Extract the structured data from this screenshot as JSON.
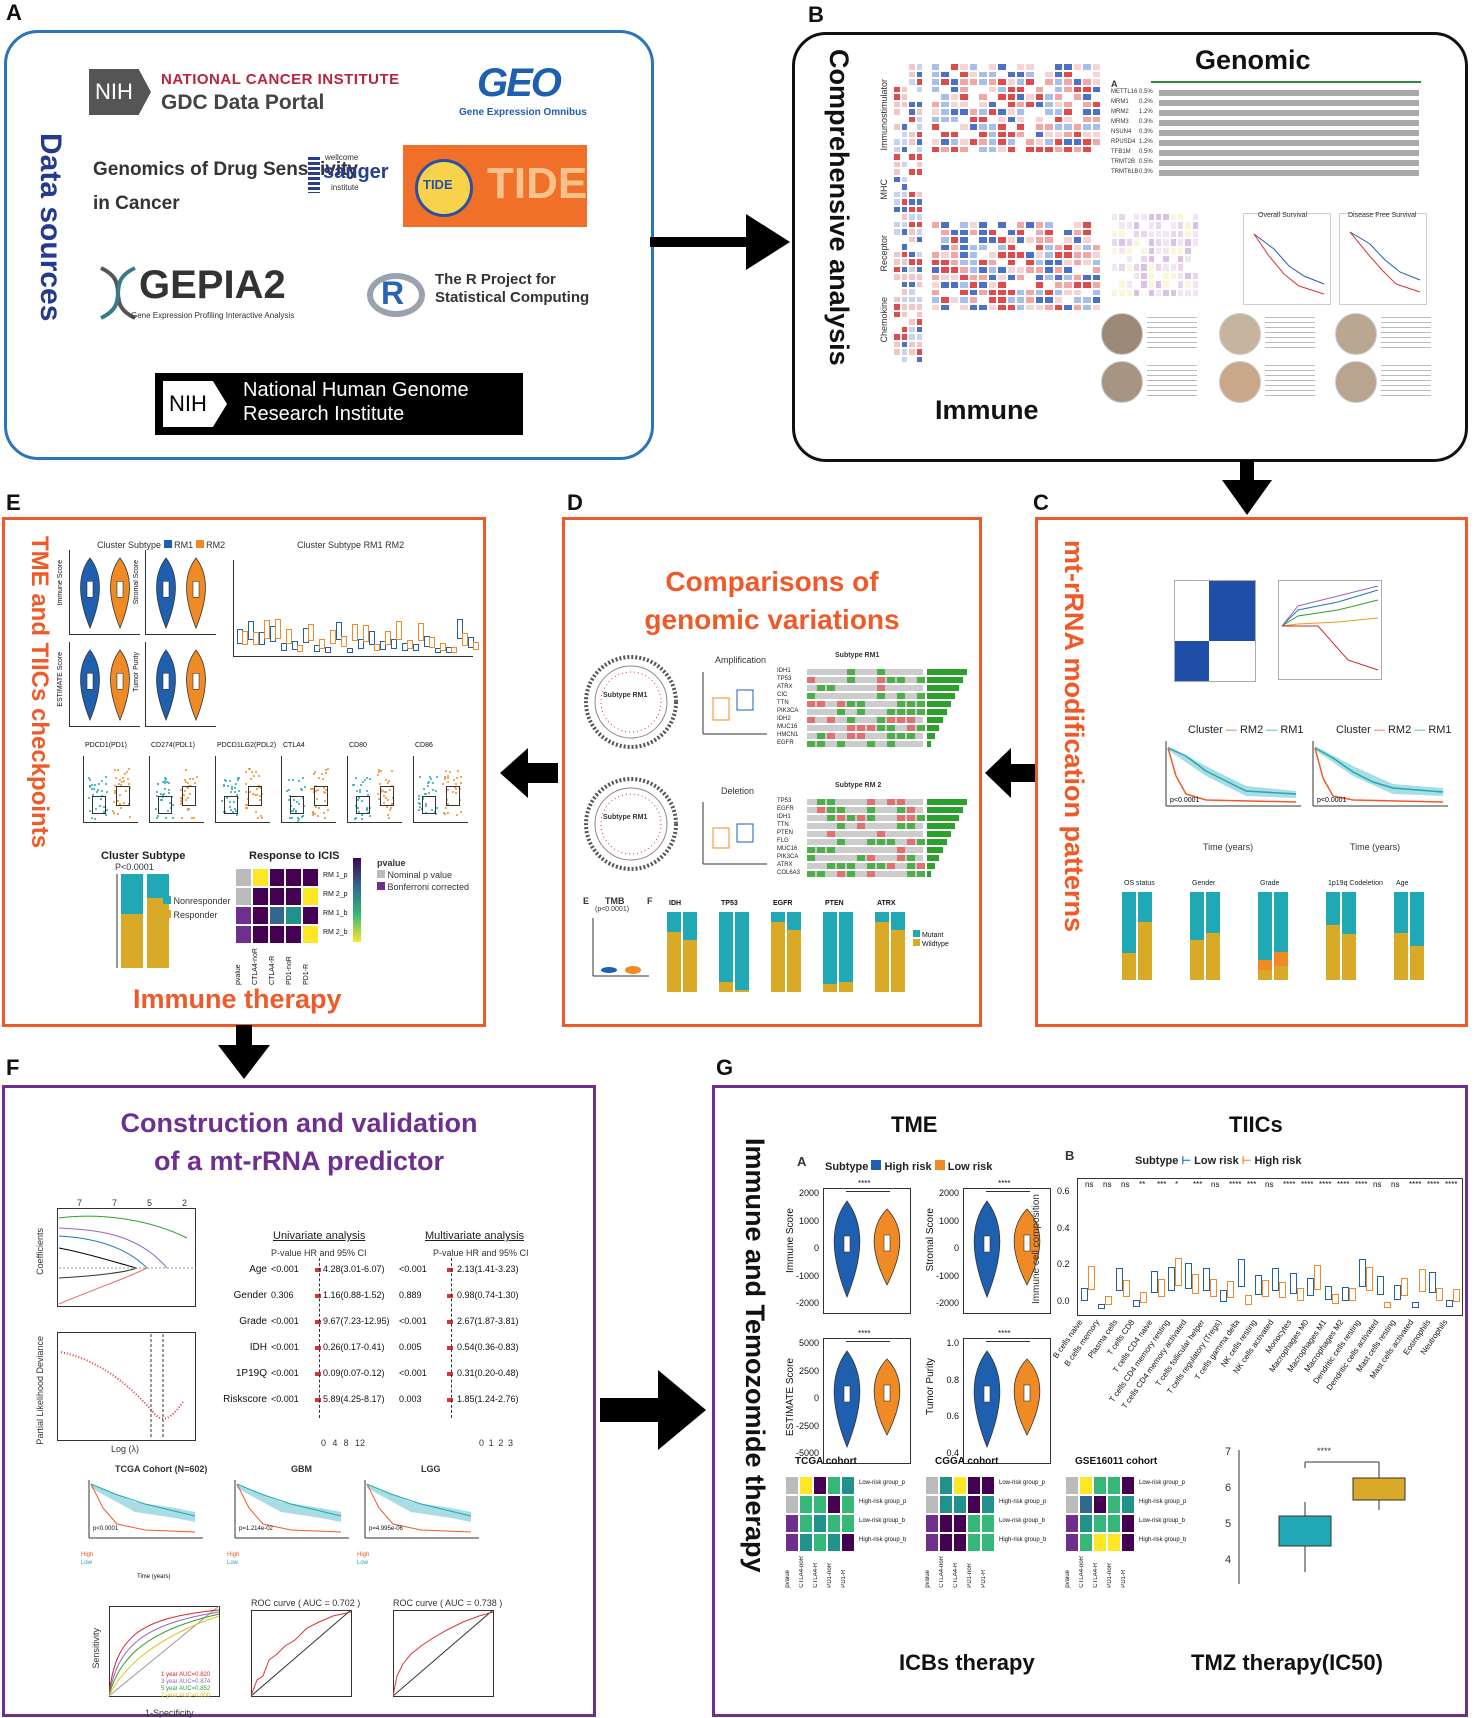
{
  "labels": {
    "A": "A",
    "B": "B",
    "C": "C",
    "D": "D",
    "E": "E",
    "F": "F",
    "G": "G"
  },
  "panelA": {
    "title": "Data sources",
    "nci_line1": "NATIONAL CANCER INSTITUTE",
    "nci_line2": "GDC Data Portal",
    "nih": "NIH",
    "geo": "GEO",
    "geo_sub": "Gene Expression Omnibus",
    "gdsc_line1": "Genomics of Drug Sensitivity",
    "gdsc_line2": "in Cancer",
    "sanger_small": "wellcome",
    "sanger": "sanger",
    "sanger_sub": "institute",
    "tide_badge": "TIDE",
    "tide": "TIDE",
    "gepia": "GEPIA2",
    "gepia_sub": "Gene Expression Profiling Interactive Analysis",
    "r_line1": "The R Project for",
    "r_line2": "Statistical Computing",
    "nhgri_line1": "National Human Genome",
    "nhgri_line2": "Research Institute"
  },
  "panelB": {
    "vertical_title": "Comprehensive analysis",
    "genomic": "Genomic",
    "immune": "Immune",
    "row_groups": [
      "Immunostimulator",
      "MHC",
      "Receptor",
      "Chemokine"
    ],
    "sub_A": "A",
    "genes": [
      "METTL16",
      "MRM1",
      "MRM2",
      "MRM3",
      "NSUN4",
      "RPUSD4",
      "TFB1M",
      "TRMT2B",
      "TRMT61B"
    ],
    "gene_pcts": [
      "0.5%",
      "0.2%",
      "1.2%",
      "0.3%",
      "0.3%",
      "1.2%",
      "0.5%",
      "0.5%",
      "0.3%"
    ],
    "os_title": "Overall Survival",
    "dfs_title": "Disease Free Survival"
  },
  "panelC": {
    "vertical_title": "mt-rRNA modification patterns",
    "cluster_label": "Cluster",
    "rm2": "RM2",
    "rm1": "RM1",
    "time_years": "Time (years)",
    "pval": "p<0.0001",
    "bar_titles": [
      "OS status",
      "Gender",
      "Grade",
      "1p19q Codeletion",
      "Age"
    ]
  },
  "panelD": {
    "title_line1": "Comparisons of",
    "title_line2": "genomic variations",
    "subtype_rm1": "Subtype RM1",
    "subtype_rm2": "Subtype RM 2",
    "amplification": "Amplification",
    "deletion": "Deletion",
    "genes_rm1": [
      "IDH1",
      "TP53",
      "ATRX",
      "CIC",
      "TTN",
      "PIK3CA",
      "IDH2",
      "MUC16",
      "HMCN1",
      "EGFR"
    ],
    "genes_rm2": [
      "TP53",
      "EGFR",
      "IDH1",
      "TTN",
      "PTEN",
      "FLG",
      "MUC16",
      "PIK3CA",
      "ATRX",
      "COL6A3"
    ],
    "tmb": "TMB",
    "tmb_p": "(p<0.0001)",
    "bar_titles": [
      "IDH",
      "TP53",
      "EGFR",
      "PTEN",
      "ATRX"
    ],
    "legend_mutant": "Mutant",
    "legend_wild": "Wildtype",
    "sub_E": "E",
    "sub_F": "F",
    "sub_D": "D"
  },
  "panelE": {
    "vertical_title": "TME and TIICs checkpoints",
    "cluster_subtype": "Cluster Subtype",
    "rm1": "RM1",
    "rm2": "RM2",
    "violin_titles": [
      "Immune Score",
      "Stromal Score",
      "ESTIMATE Score",
      "Tumor Purity"
    ],
    "checkpoint_titles": [
      "PDCD1(PD1)",
      "CD274(PDL1)",
      "PDCD1LG2(PDL2)",
      "CTLA4",
      "CD80",
      "CD86"
    ],
    "response_title": "Response to ICIS",
    "pval_legend_title": "pvalue",
    "pval_legend_1": "Nominal p value",
    "pval_legend_2": "Bonferroni corrected",
    "bar_p": "P<0.0001",
    "nonresponder": "Nonresponder",
    "responder": "Responder",
    "heat_rows": [
      "RM 1_p",
      "RM 2_p",
      "RM 1_b",
      "RM 2_b"
    ],
    "heat_cols": [
      "pvalue",
      "CTLA4-noR",
      "CTLA4-R",
      "PD1-noR",
      "PD1-R"
    ],
    "footer": "Immune therapy"
  },
  "panelF": {
    "title_line1": "Construction and validation",
    "title_line2": "of a mt-rRNA predictor",
    "uni_title": "Univariate analysis",
    "multi_title": "Multivariate analysis",
    "col_header": "P-value HR and 95% CI",
    "rows": [
      "Age",
      "Gender",
      "Grade",
      "IDH",
      "1P19Q",
      "Riskscore"
    ],
    "uni_p": [
      "<0.001",
      "0.306",
      "<0.001",
      "<0.001",
      "<0.001",
      "<0.001"
    ],
    "uni_hr": [
      "4.28(3.01-6.07)",
      "1.16(0.88-1.52)",
      "9.67(7.23-12.95)",
      "0.26(0.17-0.41)",
      "0.09(0.07-0.12)",
      "5.89(4.25-8.17)"
    ],
    "multi_p": [
      "<0.001",
      "0.889",
      "<0.001",
      "0.005",
      "<0.001",
      "0.003"
    ],
    "multi_hr": [
      "2.13(1.41-3.23)",
      "0.98(0.74-1.30)",
      "2.67(1.87-3.81)",
      "0.54(0.36-0.83)",
      "0.31(0.20-0.48)",
      "1.85(1.24-2.76)"
    ],
    "uni_axis": [
      "0",
      "4",
      "8",
      "12"
    ],
    "multi_axis": [
      "0",
      "1",
      "2",
      "3"
    ],
    "coef_label": "Coefficients",
    "pld_label": "Partial Likelihood Deviance",
    "log_lambda": "Log (λ)",
    "top_ticks": [
      "7",
      "7",
      "5",
      "2"
    ],
    "km_titles": [
      "TCGA Cohort (N=602)",
      "GBM",
      "LGG"
    ],
    "km_pvals": [
      "p<0.0001",
      "p=1.214e-02",
      "p=4.995e-06"
    ],
    "roc_titles": [
      "ROC curve ( AUC = 0.702 )",
      "ROC curve ( AUC = 0.738 )"
    ],
    "roc_legend": [
      "1 year AUC=0.820",
      "3 year AUC=0.874",
      "5 year AUC=0.852",
      "7 year AUC=0.800"
    ],
    "sensitivity": "Sensitivity",
    "one_minus_spec": "1-Specificity",
    "time_years": "Time (years)",
    "high": "High",
    "low": "Low"
  },
  "panelG": {
    "vertical_title": "Immune  and Temozomide therapy",
    "tme": "TME",
    "tiics": "TIICs",
    "sub_A": "A",
    "sub_B": "B",
    "subtype": "Subtype",
    "high_risk": "High risk",
    "low_risk": "Low risk",
    "violin_titles": [
      "Immune Score",
      "Stromal Score",
      "ESTIMATE Score",
      "Tumor Purity"
    ],
    "immune_y": [
      "2000",
      "1000",
      "0",
      "-1000",
      "-2000"
    ],
    "stromal_y": [
      "2000",
      "1000",
      "0",
      "-1000",
      "-2000"
    ],
    "estimate_y": [
      "5000",
      "2500",
      "0",
      "-2500",
      "-5000"
    ],
    "purity_y": [
      "1.0",
      "0.8",
      "0.6",
      "0.4"
    ],
    "tiic_ylabel": "Immune cell composition",
    "tiic_y": [
      "0.6",
      "0.4",
      "0.2",
      "0.0"
    ],
    "tiic_sig": [
      "ns",
      "ns",
      "ns",
      "**",
      "***",
      "*",
      "***",
      "ns",
      "****",
      "***",
      "ns",
      "****",
      "****",
      "****",
      "****",
      "****",
      "ns",
      "ns",
      "****",
      "****",
      "****"
    ],
    "tiic_cells": [
      "B cells naive",
      "B cells memory",
      "Plasma cells",
      "T cells CD8",
      "T cells CD4 naive",
      "T cells CD4 memory resting",
      "T cells CD4 memory activated",
      "T cells follicular helper",
      "T cells regulatory (Tregs)",
      "T cells gamma delta",
      "NK cells resting",
      "NK cells activated",
      "Monocytes",
      "Macrophages M0",
      "Macrophages M1",
      "Macrophages M2",
      "Dendritic cells resting",
      "Dendritic cells activated",
      "Mast cells resting",
      "Mast cells activated",
      "Eosinophils",
      "Neutrophils"
    ],
    "cohorts": [
      "TCGA cohort",
      "CGGA cohort",
      "GSE16011 cohort"
    ],
    "heat_rows": [
      "Low-risk group_p",
      "High-risk group_p",
      "Low-risk group_b",
      "High-risk group_b"
    ],
    "heat_cols": [
      "pvalue",
      "CTLA4-noR",
      "CTLA4-R",
      "PD1-noR",
      "PD1-R"
    ],
    "icb": "ICBs therapy",
    "tmz": "TMZ therapy(IC50)",
    "tmz_y": [
      "7",
      "6",
      "5",
      "4"
    ],
    "tmz_sig": "****"
  },
  "colors": {
    "blue": "#2b74b8",
    "orange": "#f05a28",
    "purple": "#6f2f8f",
    "navy": "#233a8f",
    "teal": "#21a8b5",
    "gold": "#d9aa28"
  }
}
